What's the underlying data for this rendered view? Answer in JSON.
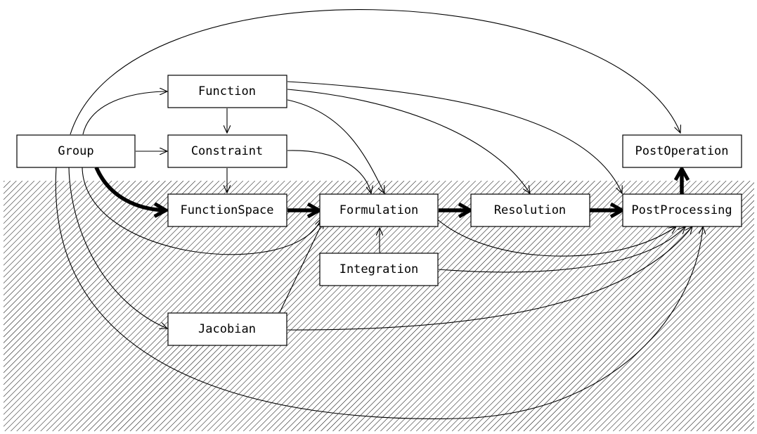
{
  "diagram": {
    "nodes": {
      "group": "Group",
      "function": "Function",
      "constraint": "Constraint",
      "function_space": "FunctionSpace",
      "formulation": "Formulation",
      "resolution": "Resolution",
      "post_processing": "PostProcessing",
      "post_operation": "PostOperation",
      "integration": "Integration",
      "jacobian": "Jacobian"
    },
    "colors": {
      "line": "#000000",
      "background": "#ffffff",
      "hatch": "#000000"
    }
  }
}
